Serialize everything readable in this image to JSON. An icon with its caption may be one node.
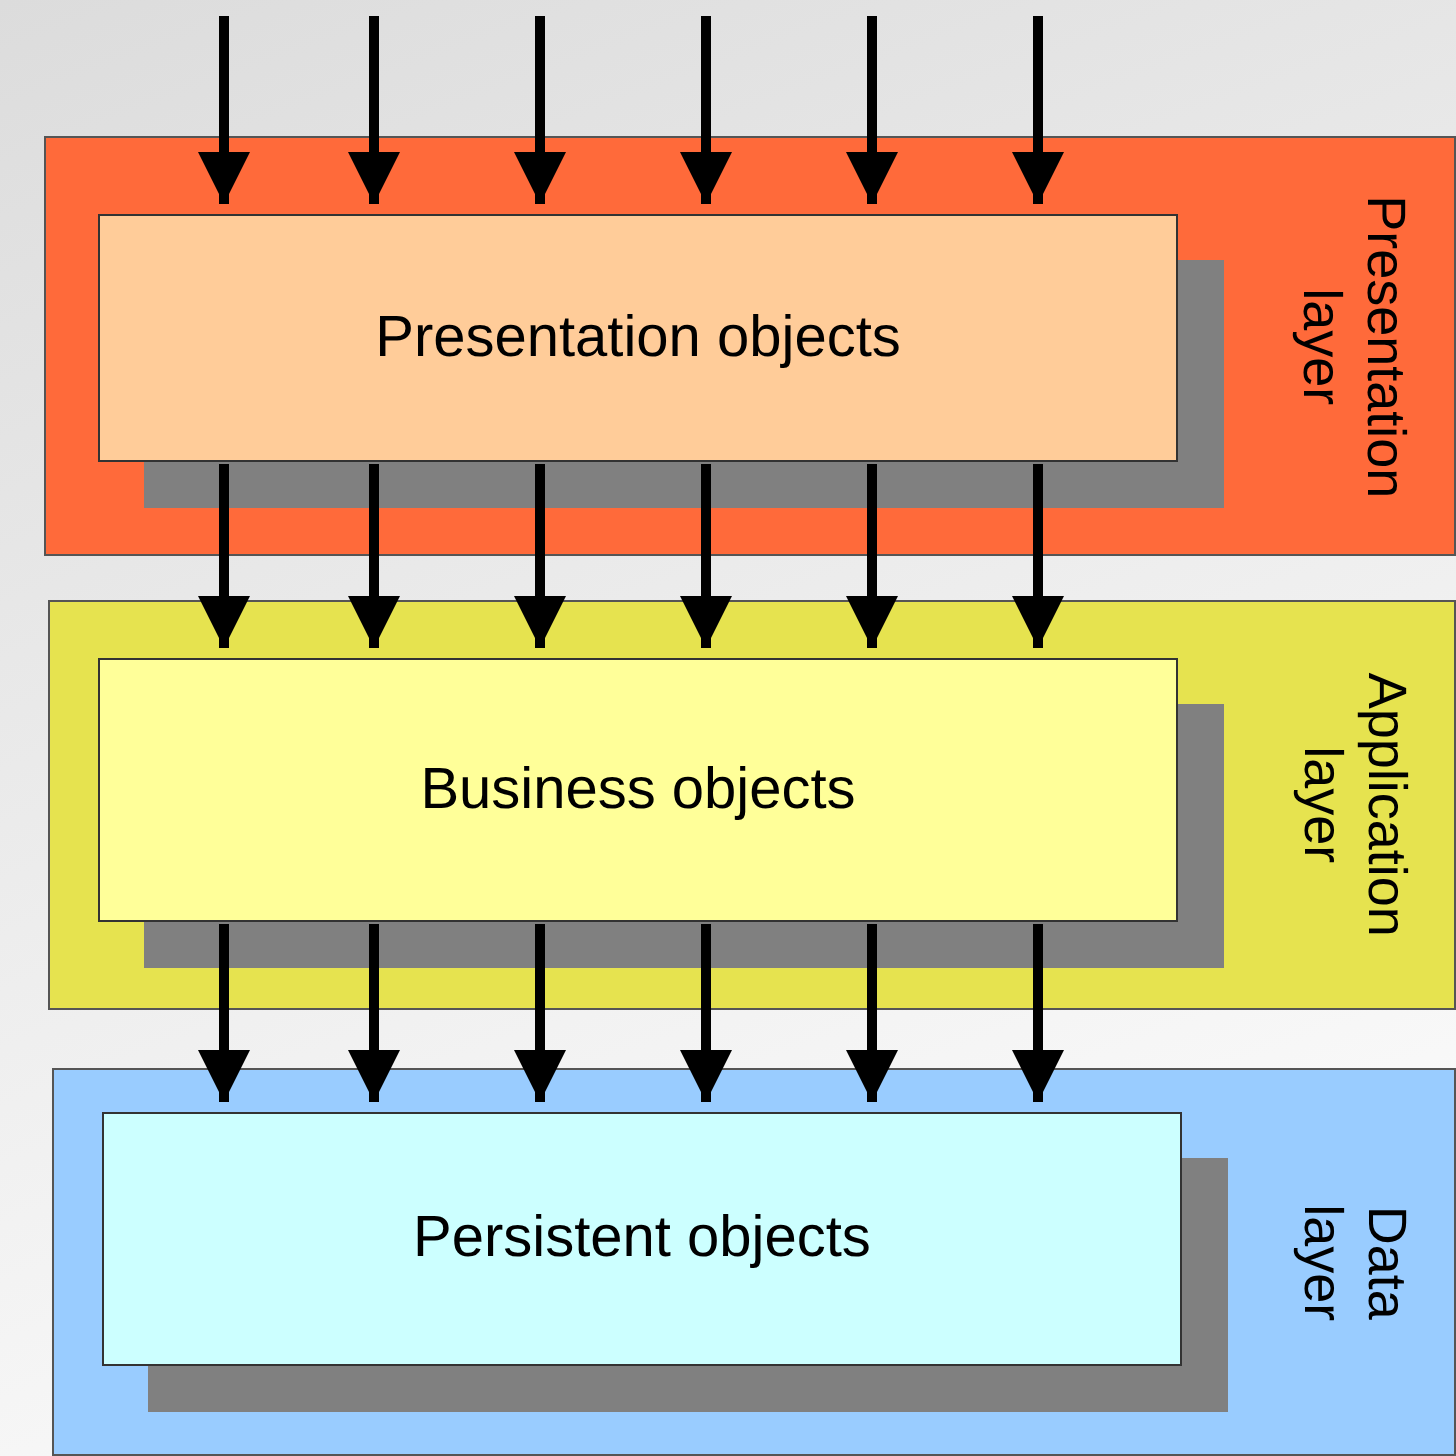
{
  "diagram": {
    "nodes": [
      {
        "text": [
          "Presentation layer"
        ]
      },
      {
        "text": [
          "Presentation objects"
        ],
        "in": 0
      },
      {
        "text": [
          "Application layer"
        ]
      },
      {
        "text": [
          "Business objects"
        ],
        "in": 2
      },
      {
        "text": [
          "Data layer"
        ]
      },
      {
        "text": [
          "Persistent objects"
        ],
        "in": 4
      }
    ],
    "edges": [
      {
        "from": null,
        "to": 1,
        "arrow": "to"
      },
      {
        "from": null,
        "to": 1,
        "arrow": "to"
      },
      {
        "from": null,
        "to": 1,
        "arrow": "to"
      },
      {
        "from": null,
        "to": 1,
        "arrow": "to"
      },
      {
        "from": null,
        "to": 1,
        "arrow": "to"
      },
      {
        "from": null,
        "to": 1,
        "arrow": "to"
      },
      {
        "from": 1,
        "to": 3,
        "arrow": "to"
      },
      {
        "from": 1,
        "to": 3,
        "arrow": "to"
      },
      {
        "from": 1,
        "to": 3,
        "arrow": "to"
      },
      {
        "from": 1,
        "to": 3,
        "arrow": "to"
      },
      {
        "from": 1,
        "to": 3,
        "arrow": "to"
      },
      {
        "from": 1,
        "to": 3,
        "arrow": "to"
      },
      {
        "from": 3,
        "to": 5,
        "arrow": "to"
      },
      {
        "from": 3,
        "to": 5,
        "arrow": "to"
      },
      {
        "from": 3,
        "to": 5,
        "arrow": "to"
      },
      {
        "from": 3,
        "to": 5,
        "arrow": "to"
      },
      {
        "from": 3,
        "to": 5,
        "arrow": "to"
      },
      {
        "from": 3,
        "to": 5,
        "arrow": "to"
      }
    ]
  }
}
